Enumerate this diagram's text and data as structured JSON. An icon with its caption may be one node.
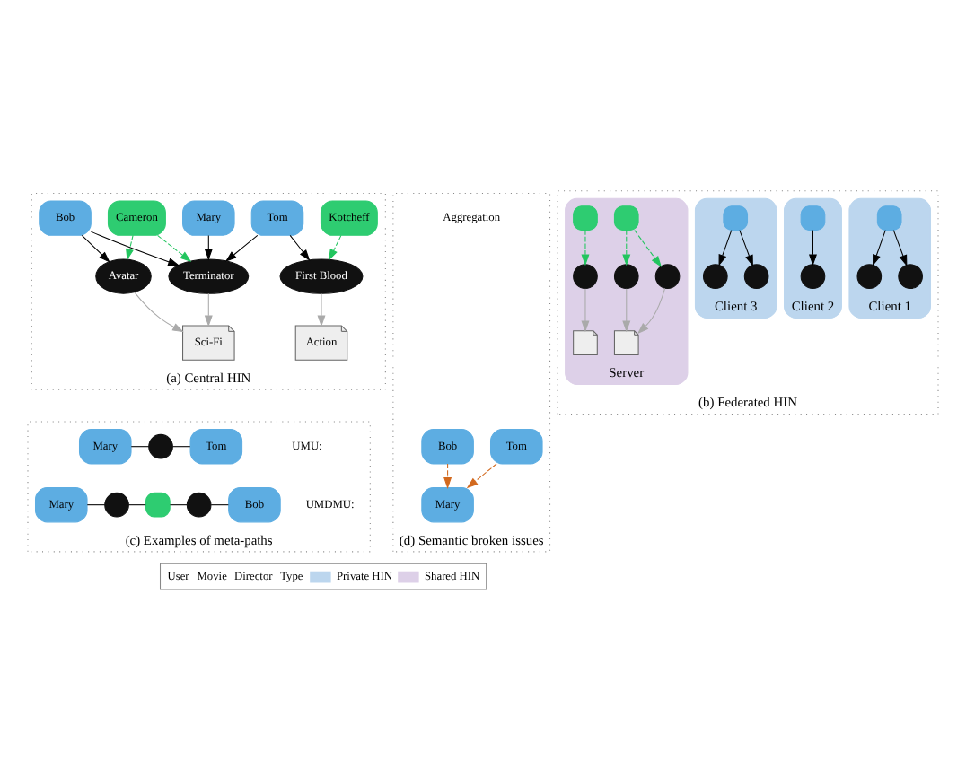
{
  "diagram": {
    "nodes": [
      {
        "text": [
          "(a) Central HIN"
        ]
      },
      {
        "text": [
          "Tom"
        ],
        "in": 0
      },
      {
        "text": [
          "First Blood"
        ],
        "in": 0
      },
      {
        "text": [
          "Action"
        ],
        "in": 0
      },
      {
        "text": [
          "Kotcheff"
        ],
        "in": 0
      },
      {
        "text": [
          "Mary"
        ],
        "in": 0
      },
      {
        "text": [
          "Terminator"
        ],
        "in": 0
      },
      {
        "text": [
          "Cameron"
        ],
        "in": 0
      },
      {
        "text": [
          "Bob"
        ],
        "in": 0
      },
      {
        "text": [
          "Avatar"
        ],
        "in": 0
      },
      {
        "text": [
          "Sci-Fi"
        ],
        "in": 0
      },
      {
        "text": [
          "(b) Federated HIN"
        ]
      },
      {
        "text": [
          "Client 1"
        ],
        "in": 11
      },
      {
        "text": [],
        "shape": "person",
        "in": 12
      },
      {
        "text": [],
        "shape": "circle",
        "in": 12
      },
      {
        "text": [],
        "shape": "circle",
        "in": 12
      },
      {
        "text": [
          "Client 2"
        ],
        "in": 11
      },
      {
        "text": [],
        "shape": "person",
        "in": 16
      },
      {
        "text": [],
        "shape": "circle",
        "in": 16
      },
      {
        "text": [
          "Client 3"
        ],
        "in": 11
      },
      {
        "text": [],
        "shape": "person",
        "in": 19
      },
      {
        "text": [],
        "shape": "circle",
        "in": 19
      },
      {
        "text": [],
        "shape": "circle",
        "in": 19
      },
      {
        "text": [
          "Server"
        ],
        "in": 11
      },
      {
        "text": [],
        "shape": "circle",
        "in": 23
      },
      {
        "text": [],
        "shape": "document",
        "in": 23
      },
      {
        "text": [],
        "shape": "person",
        "in": 23
      },
      {
        "text": [],
        "shape": "circle",
        "in": 23
      },
      {
        "text": [],
        "shape": "person",
        "in": 23
      },
      {
        "text": [],
        "shape": "document",
        "in": 23
      },
      {
        "text": [],
        "shape": "circle",
        "in": 23
      },
      {
        "text": [
          "(c) Examples of meta-paths"
        ]
      },
      {
        "text": [
          "Mary"
        ],
        "in": 31
      },
      {
        "text": [],
        "shape": "circle",
        "in": 31
      },
      {
        "text": [
          "Tom"
        ],
        "in": 31
      },
      {
        "text": [
          "Mary"
        ],
        "in": 31
      },
      {
        "text": [],
        "shape": "circle",
        "in": 31
      },
      {
        "text": [],
        "shape": "person",
        "in": 31
      },
      {
        "text": [],
        "shape": "circle",
        "in": 31
      },
      {
        "text": [
          "Bob"
        ],
        "in": 31
      },
      {
        "text": [
          "(d) Semantic broken issues"
        ]
      },
      {
        "text": [
          "Mary"
        ],
        "in": 40
      },
      {
        "text": [
          "Tom"
        ],
        "in": 40
      },
      {
        "text": [
          "Bob"
        ],
        "in": 40
      }
    ],
    "edges": [
      {
        "from": 1,
        "to": 2,
        "arrow": "to"
      },
      {
        "from": 1,
        "to": 6,
        "arrow": "to"
      },
      {
        "from": 5,
        "to": 6,
        "arrow": "to"
      },
      {
        "from": 8,
        "to": 6,
        "arrow": "to"
      },
      {
        "from": 8,
        "to": 9,
        "arrow": "to"
      },
      {
        "from": 2,
        "to": 3,
        "arrow": "to",
        "color": "#aaaaaa"
      },
      {
        "from": 6,
        "to": 10,
        "arrow": "to",
        "color": "#aaaaaa"
      },
      {
        "from": 9,
        "to": 10,
        "arrow": "to",
        "color": "#aaaaaa"
      },
      {
        "from": 4,
        "to": 2,
        "arrow": "to",
        "style": "dashed",
        "color": "#22c55e"
      },
      {
        "from": 7,
        "to": 6,
        "arrow": "to",
        "style": "dashed",
        "color": "#22c55e"
      },
      {
        "from": 7,
        "to": 9,
        "arrow": "to",
        "style": "dashed",
        "color": "#22c55e"
      },
      {
        "from": 13,
        "to": 14,
        "arrow": "to"
      },
      {
        "from": 13,
        "to": 15,
        "arrow": "to"
      },
      {
        "from": 17,
        "to": 18,
        "arrow": "to"
      },
      {
        "from": 20,
        "to": 21,
        "arrow": "to"
      },
      {
        "from": 20,
        "to": 22,
        "arrow": "to"
      },
      {
        "from": 24,
        "to": 25,
        "arrow": "to",
        "color": "#aaaaaa"
      },
      {
        "from": 26,
        "to": 24,
        "arrow": "to",
        "style": "dashed",
        "color": "#22c55e"
      },
      {
        "from": 28,
        "to": 27,
        "arrow": "to",
        "style": "dashed",
        "color": "#22c55e"
      },
      {
        "from": 28,
        "to": 30,
        "arrow": "to",
        "style": "dashed",
        "color": "#22c55e"
      },
      {
        "from": 27,
        "to": 29,
        "arrow": "to",
        "color": "#aaaaaa"
      },
      {
        "from": 30,
        "to": 29,
        "arrow": "to",
        "color": "#aaaaaa"
      },
      {
        "from": 32,
        "to": 33,
        "arrow": "none"
      },
      {
        "from": 33,
        "to": 34,
        "arrow": "none"
      },
      {
        "from": 35,
        "to": 36,
        "arrow": "none"
      },
      {
        "from": 36,
        "to": 37,
        "arrow": "none"
      },
      {
        "from": 37,
        "to": 38,
        "arrow": "none"
      },
      {
        "from": 38,
        "to": 39,
        "arrow": "none"
      },
      {
        "from": 42,
        "to": 41,
        "arrow": "to",
        "style": "dashed",
        "color": "#d2691e"
      },
      {
        "from": 43,
        "to": 41,
        "arrow": "to",
        "style": "dashed",
        "color": "#d2691e"
      }
    ],
    "labels": [
      "UMU:",
      "UMDMU:",
      "Aggregation"
    ],
    "legend": [
      {
        "text": "User"
      },
      {
        "text": "Movie"
      },
      {
        "text": "Director"
      },
      {
        "text": "Type"
      },
      {
        "text": "Private HIN",
        "color": "#bcd6ee"
      },
      {
        "text": "Shared HIN",
        "color": "#ddd0e8"
      }
    ]
  }
}
